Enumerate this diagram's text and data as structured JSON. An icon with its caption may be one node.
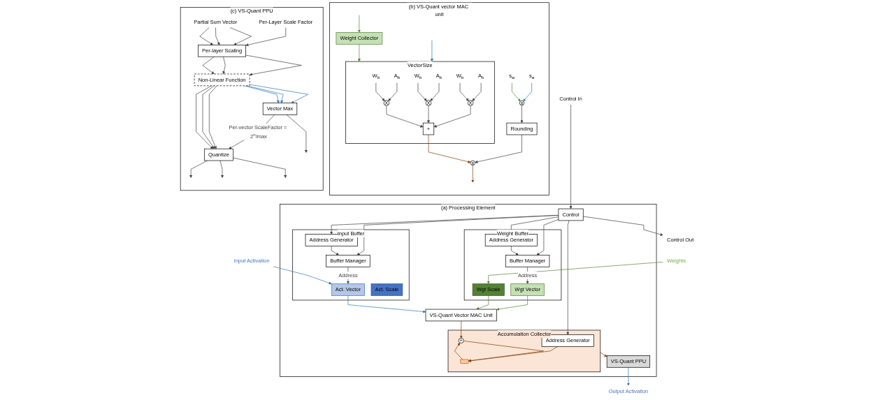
{
  "diagram": {
    "nodes": [
      {
        "text": [
          "(a) Processing Element"
        ]
      },
      {
        "text": [
          "Control In"
        ]
      },
      {
        "text": [
          "Weights"
        ]
      },
      {
        "text": [
          "Input Activation"
        ]
      },
      {
        "text": [
          "Control"
        ],
        "in": 0
      },
      {
        "text": [
          "Weight Buffer"
        ],
        "in": 0
      },
      {
        "text": [
          "Address Generator"
        ],
        "in": 5
      },
      {
        "text": [
          "Buffer Manager"
        ],
        "in": 5
      },
      {
        "text": [
          "Wgt Vector"
        ],
        "in": 5
      },
      {
        "text": [
          "Wgt Scale"
        ],
        "in": 5
      },
      {
        "text": [
          "Input Buffer"
        ],
        "in": 0
      },
      {
        "text": [
          "Address Generator"
        ],
        "in": 10
      },
      {
        "text": [
          "Buffer Manager"
        ],
        "in": 10
      },
      {
        "text": [
          "Act. Vector"
        ],
        "in": 10
      },
      {
        "text": [
          "Act. Scale"
        ],
        "in": 10
      },
      {
        "text": [
          "VS-Quant Vector MAC Unit"
        ],
        "in": 0
      },
      {
        "text": [
          "Accumulation Collector"
        ],
        "in": 0
      },
      {
        "text": [
          "Address Generator"
        ],
        "in": 16
      },
      {
        "text": [
          "+"
        ],
        "in": 16
      },
      {
        "text": [],
        "shape": "box",
        "in": 16
      },
      {
        "text": [
          "VS-Quant PPU"
        ],
        "in": 0
      },
      {
        "text": [
          "Control Out"
        ]
      },
      {
        "text": [
          "Output Activation"
        ]
      },
      {
        "text": [
          "(b) VS-Quant vector MAC unit"
        ]
      },
      {
        "text": [
          "Weight Collector"
        ],
        "in": 23
      },
      {
        "text": [
          "VectorSize"
        ],
        "in": 23
      },
      {
        "text": [
          "W$_{b}$"
        ],
        "in": 25
      },
      {
        "text": [
          "A$_{b}$"
        ],
        "in": 25
      },
      {
        "text": [
          "X"
        ],
        "in": 25
      },
      {
        "text": [
          "W$_{b}$"
        ],
        "in": 25
      },
      {
        "text": [
          "A$_{b}$"
        ],
        "in": 25
      },
      {
        "text": [
          "X"
        ],
        "in": 25
      },
      {
        "text": [
          "W$_{b}$"
        ],
        "in": 25
      },
      {
        "text": [
          "A$_{b}$"
        ],
        "in": 25
      },
      {
        "text": [
          "X"
        ],
        "in": 25
      },
      {
        "text": [
          "+"
        ],
        "in": 25
      },
      {
        "text": [
          "s$_{w}$"
        ],
        "in": 23
      },
      {
        "text": [
          "s$_{a}$"
        ],
        "in": 23
      },
      {
        "text": [
          "x"
        ],
        "in": 23
      },
      {
        "text": [
          "Rounding"
        ],
        "in": 23
      },
      {
        "text": [
          "x"
        ],
        "in": 23
      },
      {
        "text": [
          "(c) VS-Quant PPU"
        ]
      },
      {
        "text": [
          "Partial Sum Vector"
        ],
        "in": 41
      },
      {
        "text": [
          "Per-layer Scaling"
        ],
        "in": 41
      },
      {
        "text": [
          "Per-Layer Scale Factor"
        ],
        "in": 41
      },
      {
        "text": [
          "Non-Linear Function"
        ],
        "in": 41
      },
      {
        "text": [
          "Vector Max"
        ],
        "in": 41
      },
      {
        "text": [
          "Quantize"
        ],
        "in": 41
      }
    ],
    "edges": [
      {
        "from": 1,
        "to": 4,
        "arrow": "to"
      },
      {
        "from": 4,
        "to": 6,
        "arrow": "to"
      },
      {
        "from": 4,
        "to": 7,
        "arrow": "to"
      },
      {
        "from": 4,
        "to": 11,
        "arrow": "to"
      },
      {
        "from": 4,
        "to": 12,
        "arrow": "to"
      },
      {
        "from": 4,
        "to": 17,
        "arrow": "to"
      },
      {
        "from": 4,
        "to": 21,
        "arrow": "to"
      },
      {
        "from": 6,
        "to": 7,
        "arrow": "to"
      },
      {
        "from": 7,
        "to": 8,
        "arrow": "to",
        "label": "Address"
      },
      {
        "from": 2,
        "to": 9,
        "arrow": "to",
        "color": "#548235"
      },
      {
        "from": 11,
        "to": 12,
        "arrow": "to"
      },
      {
        "from": 12,
        "to": 13,
        "arrow": "to",
        "label": "Address"
      },
      {
        "from": 3,
        "to": 13,
        "arrow": "to",
        "color": "#2e75b6"
      },
      {
        "from": 8,
        "to": 15,
        "arrow": "to",
        "color": "#548235"
      },
      {
        "from": 9,
        "to": 15,
        "arrow": "to",
        "color": "#548235"
      },
      {
        "from": 13,
        "to": 15,
        "arrow": "to",
        "color": "#2e75b6"
      },
      {
        "from": 15,
        "to": 18,
        "arrow": "to",
        "color": "#843c0c"
      },
      {
        "from": 17,
        "to": 19,
        "arrow": "to",
        "color": "#843c0c"
      },
      {
        "from": 19,
        "to": 18,
        "arrow": "to",
        "color": "#843c0c"
      },
      {
        "from": 18,
        "to": 19,
        "arrow": "to",
        "color": "#843c0c"
      },
      {
        "from": 16,
        "to": 20,
        "arrow": "to",
        "color": "#843c0c"
      },
      {
        "from": 20,
        "to": 22,
        "arrow": "to",
        "color": "#2e75b6"
      },
      {
        "from": null,
        "to": 24,
        "arrow": "to",
        "color": "#548235"
      },
      {
        "from": 24,
        "to": 25,
        "arrow": "to",
        "color": "#548235"
      },
      {
        "from": null,
        "to": 25,
        "arrow": "to",
        "color": "#2e75b6"
      },
      {
        "from": 26,
        "to": 28,
        "arrow": "to"
      },
      {
        "from": 27,
        "to": 28,
        "arrow": "to"
      },
      {
        "from": 29,
        "to": 31,
        "arrow": "to"
      },
      {
        "from": 30,
        "to": 31,
        "arrow": "to"
      },
      {
        "from": 32,
        "to": 34,
        "arrow": "to"
      },
      {
        "from": 33,
        "to": 34,
        "arrow": "to"
      },
      {
        "from": 28,
        "to": 35,
        "arrow": "to"
      },
      {
        "from": 31,
        "to": 35,
        "arrow": "to"
      },
      {
        "from": 34,
        "to": 35,
        "arrow": "to"
      },
      {
        "from": 36,
        "to": 38,
        "arrow": "to",
        "color": "#548235"
      },
      {
        "from": 37,
        "to": 38,
        "arrow": "to",
        "color": "#2e75b6"
      },
      {
        "from": 38,
        "to": 39,
        "arrow": "to"
      },
      {
        "from": 35,
        "to": 40,
        "arrow": "to",
        "color": "#843c0c"
      },
      {
        "from": 39,
        "to": 40,
        "arrow": "to"
      },
      {
        "from": 40,
        "to": null,
        "arrow": "to",
        "color": "#843c0c"
      },
      {
        "from": 42,
        "to": 43,
        "arrow": "to"
      },
      {
        "from": 42,
        "to": 43,
        "arrow": "to"
      },
      {
        "from": 42,
        "to": 43,
        "arrow": "to"
      },
      {
        "from": 44,
        "to": 43,
        "arrow": "to"
      },
      {
        "from": 43,
        "to": 45,
        "arrow": "to"
      },
      {
        "from": 43,
        "to": 45,
        "arrow": "to"
      },
      {
        "from": 43,
        "to": 45,
        "arrow": "to"
      },
      {
        "from": 45,
        "to": 46,
        "arrow": "to",
        "color": "#2e75b6"
      },
      {
        "from": 45,
        "to": 46,
        "arrow": "to",
        "color": "#2e75b6"
      },
      {
        "from": 45,
        "to": 46,
        "arrow": "to",
        "color": "#2e75b6"
      },
      {
        "from": 45,
        "to": 47,
        "arrow": "to"
      },
      {
        "from": 45,
        "to": 47,
        "arrow": "to"
      },
      {
        "from": 45,
        "to": 47,
        "arrow": "to"
      },
      {
        "from": 46,
        "to": 47,
        "arrow": "to",
        "label": "Per-vector ScaleFactor = 2$^{n}$/max"
      },
      {
        "from": 46,
        "to": null,
        "arrow": "to"
      },
      {
        "from": 47,
        "to": null,
        "arrow": "to"
      },
      {
        "from": 47,
        "to": null,
        "arrow": "to"
      },
      {
        "from": 47,
        "to": null,
        "arrow": "to"
      }
    ]
  }
}
